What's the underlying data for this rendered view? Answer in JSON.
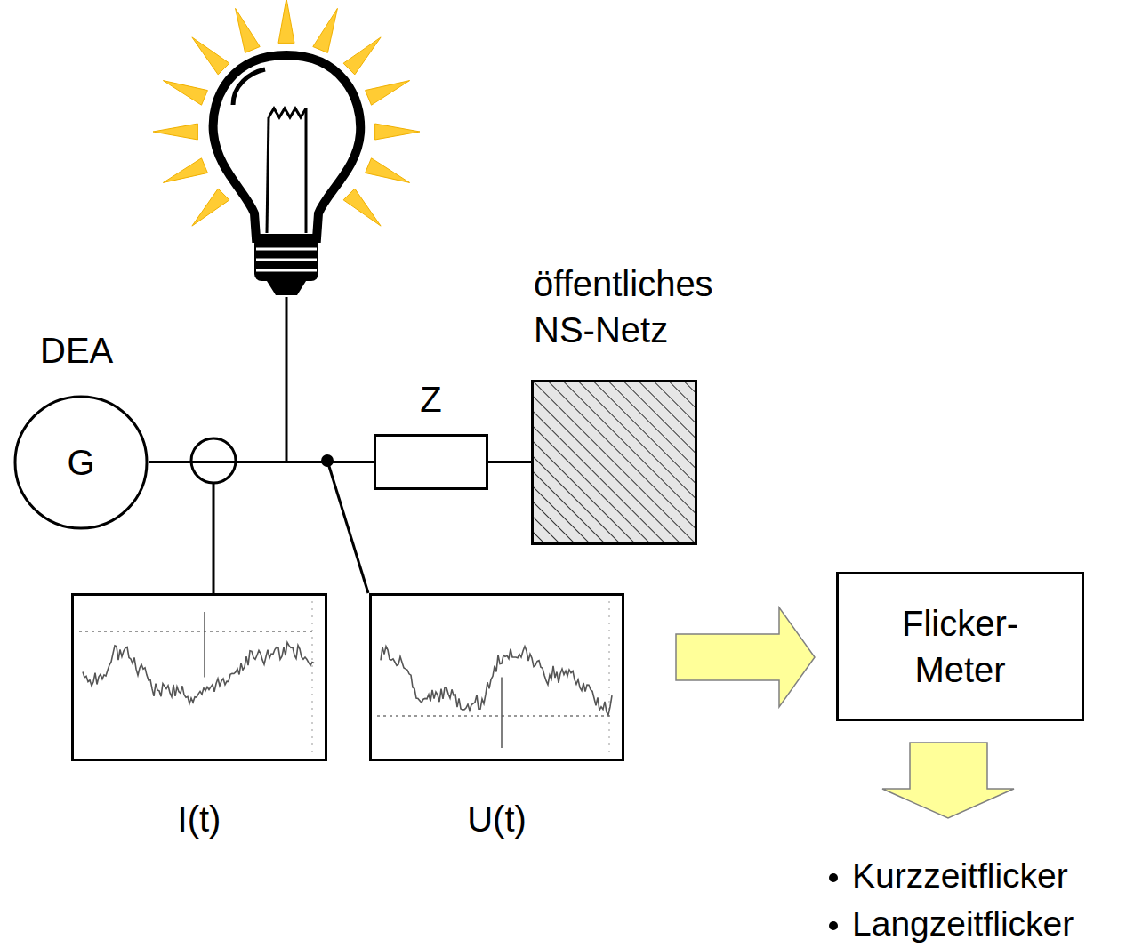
{
  "diagram": {
    "nodes": [
      {
        "text": [
          "DEA",
          "G"
        ]
      },
      {
        "text": [
          "Z"
        ]
      },
      {
        "text": [
          "öffentliches NS-Netz"
        ]
      },
      {
        "text": [
          "I(t)"
        ]
      },
      {
        "text": [
          "U(t)"
        ]
      },
      {
        "text": [
          "Flicker- Meter"
        ]
      }
    ],
    "edges": [
      {
        "from": 0,
        "to": 1,
        "arrow": "none"
      },
      {
        "from": 1,
        "to": 2,
        "arrow": "none"
      },
      {
        "from": 4,
        "to": 5,
        "arrow": "to"
      }
    ],
    "labels": [
      "Kurzzeitflicker",
      "Langzeitflicker"
    ]
  }
}
